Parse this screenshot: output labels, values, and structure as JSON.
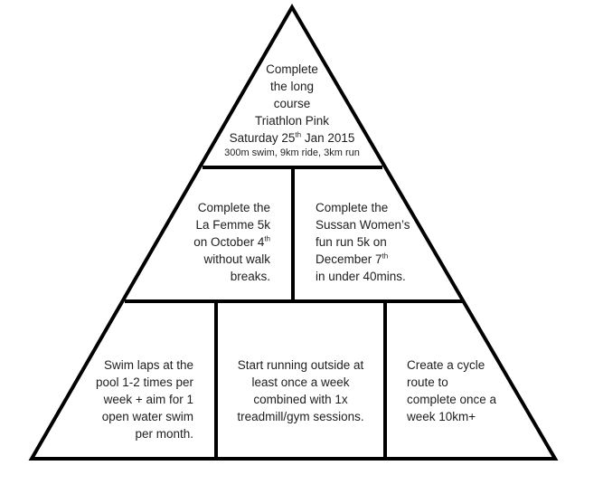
{
  "title": "Triathlon goal pyramid",
  "levels": {
    "top": {
      "lines": [
        "Complete",
        "the long",
        "course",
        "Triathlon Pink"
      ],
      "date_prefix": "Saturday 25",
      "date_sup": "th",
      "date_suffix": " Jan 2015",
      "detail": "300m swim, 9km ride, 3km run"
    },
    "middle_left": {
      "lines": [
        "Complete the",
        "La Femme 5k"
      ],
      "line3_prefix": "on October 4",
      "line3_sup": "th",
      "lines_after": [
        "without walk",
        "breaks."
      ]
    },
    "middle_right": {
      "lines": [
        "Complete the",
        "Sussan Women’s",
        "fun run 5k on"
      ],
      "line4_prefix": "December 7",
      "line4_sup": "th",
      "lines_after": [
        "in under 40mins."
      ]
    },
    "bottom_left": {
      "lines": [
        "Swim laps at the",
        "pool 1-2 times per",
        "week + aim for 1",
        "open water swim",
        "per month."
      ]
    },
    "bottom_center": {
      "lines": [
        "Start running outside at",
        "least once a week",
        "combined with 1x",
        "treadmill/gym sessions."
      ]
    },
    "bottom_right": {
      "lines": [
        "Create a cycle",
        "route to",
        "complete once a",
        "week 10km+"
      ]
    }
  },
  "colors": {
    "stroke": "#000000",
    "background": "#ffffff",
    "text": "#1e1e1e"
  }
}
